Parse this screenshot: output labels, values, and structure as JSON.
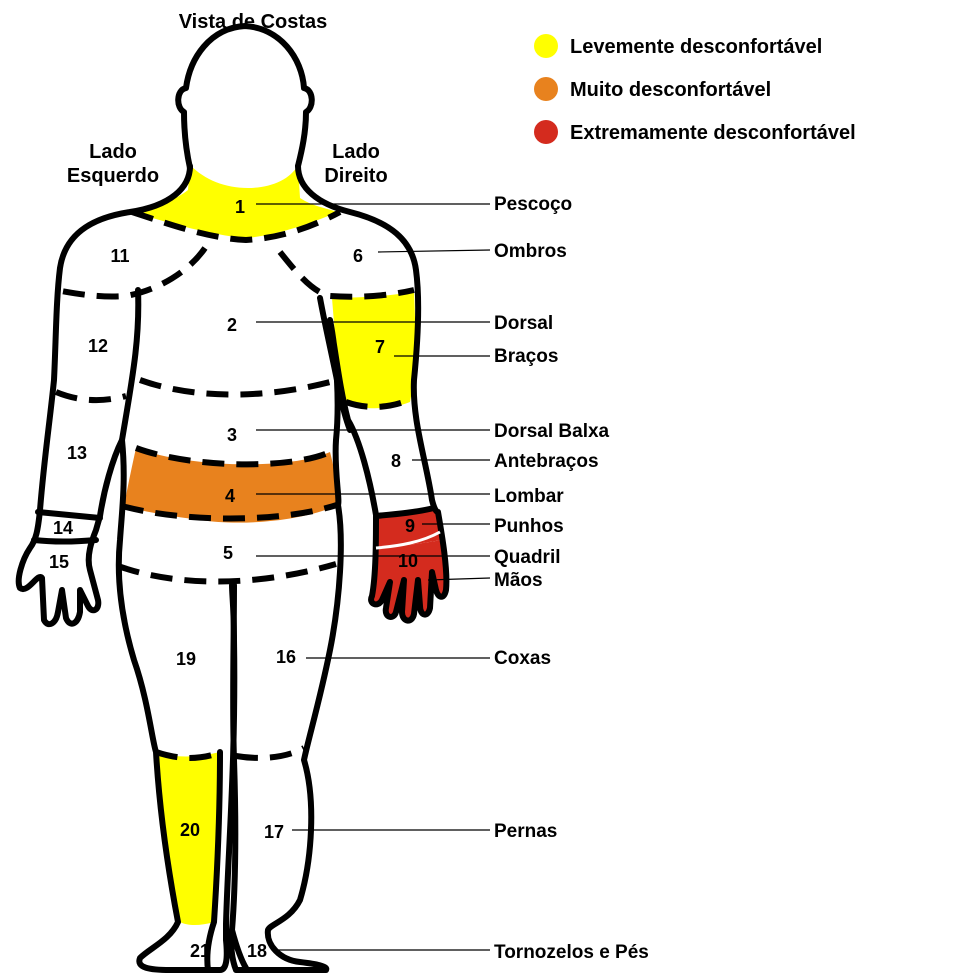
{
  "title": "Vista de Costas",
  "sides": {
    "left_line1": "Lado",
    "left_line2": "Esquerdo",
    "right_line1": "Lado",
    "right_line2": "Direito"
  },
  "legend": [
    {
      "label": "Levemente desconfortável",
      "color": "#ffff00"
    },
    {
      "label": "Muito desconfortável",
      "color": "#e8821e"
    },
    {
      "label": "Extremamente desconfortável",
      "color": "#d42b1e"
    }
  ],
  "regions": [
    {
      "label": "Pescoço",
      "number": "1"
    },
    {
      "label": "Ombros",
      "number": "6"
    },
    {
      "label": "Dorsal",
      "number": "2"
    },
    {
      "label": "Braços",
      "number": "7"
    },
    {
      "label": "Dorsal Balxa",
      "number": "3"
    },
    {
      "label": "Antebraços",
      "number": "8"
    },
    {
      "label": "Lombar",
      "number": "4"
    },
    {
      "label": "Punhos",
      "number": "9"
    },
    {
      "label": "Quadril",
      "number": "5"
    },
    {
      "label": "Mãos",
      "number": "10"
    },
    {
      "label": "Coxas",
      "number": "16"
    },
    {
      "label": "Pernas",
      "number": "17"
    },
    {
      "label": "Tornozelos e Pés",
      "number": "18"
    }
  ],
  "left_numbers": [
    "11",
    "12",
    "13",
    "14",
    "15",
    "19",
    "20",
    "21"
  ],
  "highlighted": {
    "1": "#ffff00",
    "7": "#ffff00",
    "20": "#ffff00",
    "4": "#e8821e",
    "9": "#d42b1e",
    "10": "#d42b1e"
  }
}
